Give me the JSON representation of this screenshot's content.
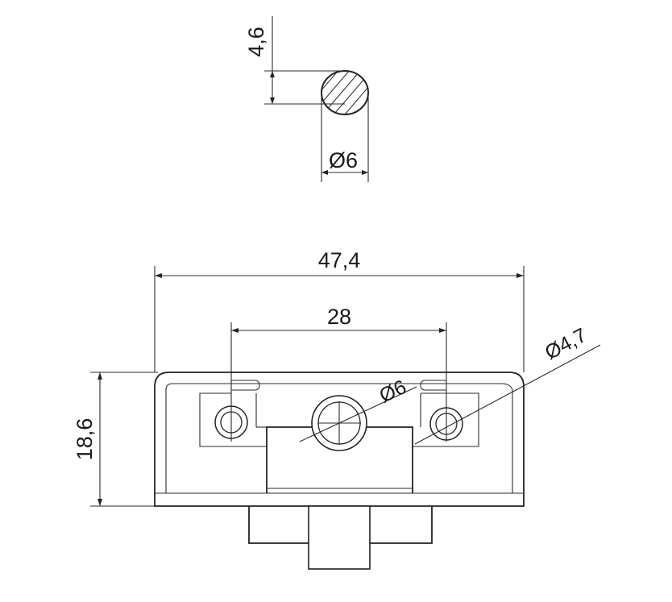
{
  "cross_section": {
    "height_label": "4,6",
    "diameter_label": "Ø6"
  },
  "front_view": {
    "overall_width_label": "47,4",
    "hole_spacing_label": "28",
    "height_label": "18,6",
    "center_hole_label": "Ø6",
    "side_hole_label": "Ø4,7"
  },
  "colors": {
    "line": "#222222",
    "background": "#ffffff"
  }
}
